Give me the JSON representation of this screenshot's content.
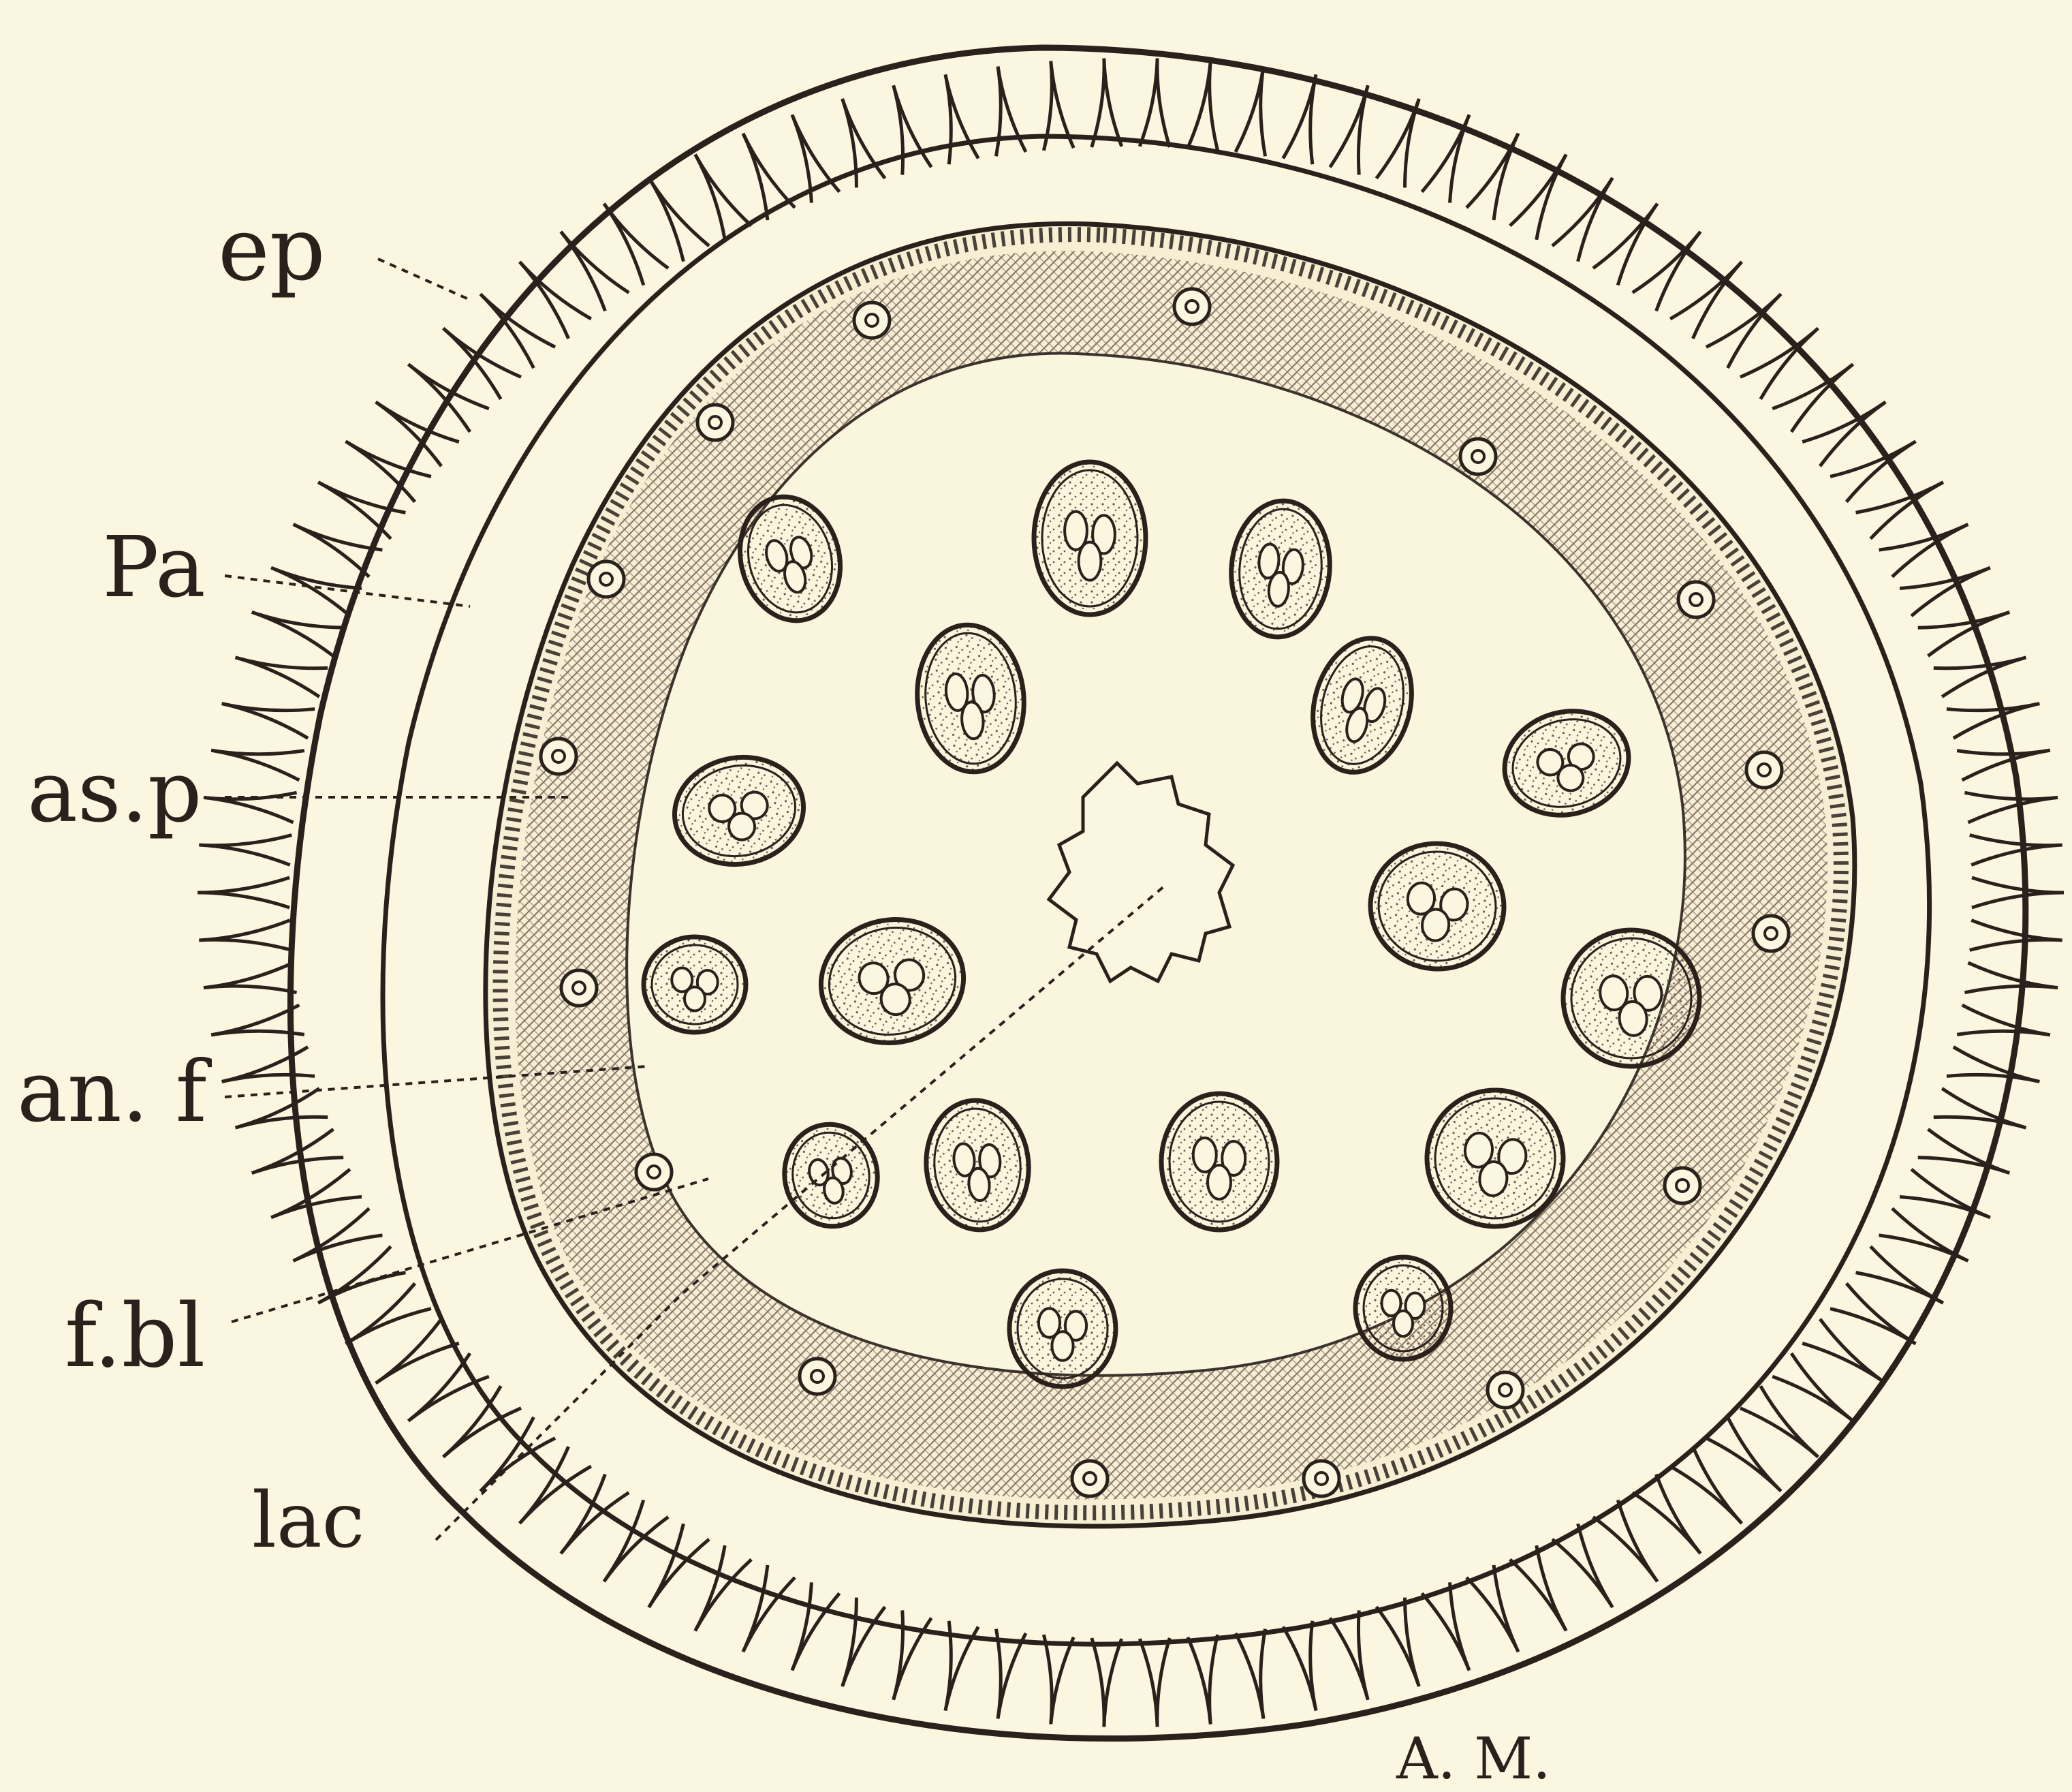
{
  "colors": {
    "paper": "#fbf6df",
    "ink": "#2a211c",
    "stipple": "#6b5a50",
    "hatch": "#8a786c"
  },
  "labels": [
    {
      "id": "ep",
      "text": "ep"
    },
    {
      "id": "pa",
      "text": "Pa"
    },
    {
      "id": "asp",
      "text": "as.p"
    },
    {
      "id": "anf",
      "text": "an. f"
    },
    {
      "id": "fbl",
      "text": "f.bl"
    },
    {
      "id": "lac",
      "text": "lac"
    }
  ],
  "signature": "A. M."
}
